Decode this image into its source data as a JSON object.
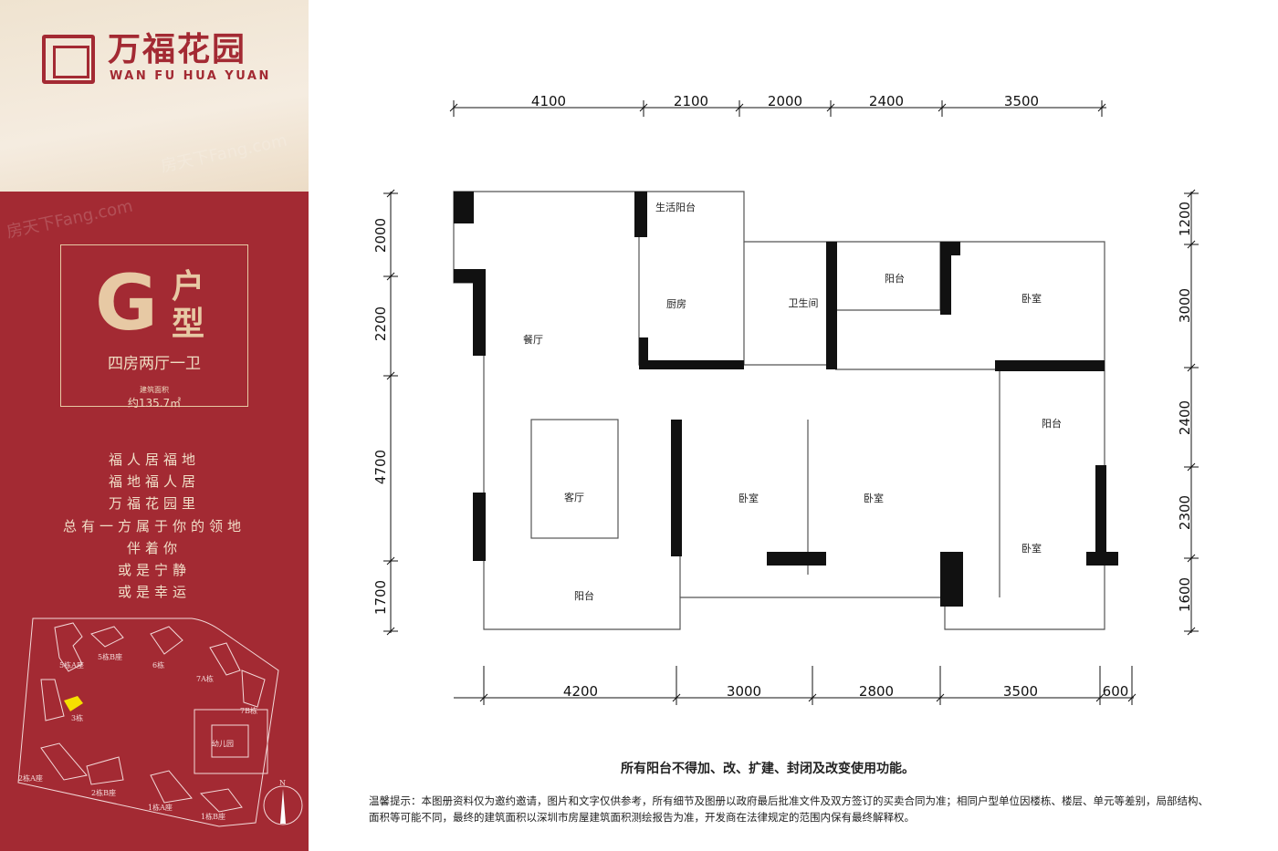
{
  "brand": {
    "name_cn": "万福花园",
    "name_en": "WAN FU HUA YUAN"
  },
  "unit": {
    "letter": "G",
    "type_label": "户型",
    "rooms": "四房两厅一卫",
    "area_label": "建筑面积",
    "area": "约135.7㎡"
  },
  "poem": [
    "福人居福地",
    "福地福人居",
    "万福花园里",
    "总有一方属于你的领地",
    "伴着你",
    "或是宁静",
    "或是幸运"
  ],
  "site_plan": {
    "buildings": [
      "5栋A座",
      "5栋B座",
      "6栋",
      "7A栋",
      "7B栋",
      "3栋",
      "幼儿园",
      "2栋A座",
      "2栋B座",
      "1栋A座",
      "1栋B座"
    ],
    "north": "N",
    "highlight_color": "#f5e000"
  },
  "dimensions": {
    "top": [
      "4100",
      "2100",
      "2000",
      "2400",
      "3500"
    ],
    "bottom": [
      "4200",
      "3000",
      "2800",
      "3500",
      "600"
    ],
    "left": [
      "2000",
      "2200",
      "4700",
      "1700"
    ],
    "right": [
      "1200",
      "3000",
      "2400",
      "2300",
      "1600"
    ]
  },
  "rooms": {
    "service_balcony": "生活阳台",
    "kitchen": "厨房",
    "bathroom": "卫生间",
    "balcony_top": "阳台",
    "bedroom_ne": "卧室",
    "dining": "餐厅",
    "living": "客厅",
    "bedroom_2": "卧室",
    "bedroom_3": "卧室",
    "balcony_right": "阳台",
    "bedroom_se": "卧室",
    "balcony_bottom": "阳台"
  },
  "notes": {
    "balcony": "所有阳台不得加、改、扩建、封闭及改变使用功能。",
    "disclaimer": "温馨提示：本图册资料仅为邀约邀请，图片和文字仅供参考，所有细节及图册以政府最后批准文件及双方签订的买卖合同为准；相同户型单位因楼栋、楼层、单元等差别，局部结构、面积等可能不同，最终的建筑面积以深圳市房屋建筑面积测绘报告为准，开发商在法律规定的范围内保有最终解释权。"
  },
  "watermark": "房天下Fang.com",
  "colors": {
    "brand_red": "#a32a33",
    "gold": "#e7c9a4",
    "cream": "#f1e6d6"
  }
}
